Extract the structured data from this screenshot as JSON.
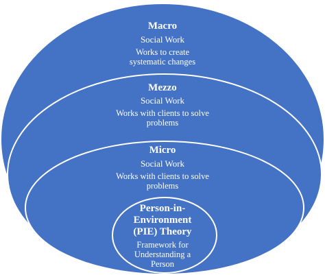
{
  "diagram": {
    "fill_color": "#4472c4",
    "stroke_color": "#ffffff",
    "text_color": "#ffffff",
    "layers": [
      {
        "title": "Macro",
        "subtitle": "Social Work",
        "description_lines": [
          "Works to create",
          "systematic changes"
        ]
      },
      {
        "title": "Mezzo",
        "subtitle": "Social Work",
        "description_lines": [
          "Works with clients to solve",
          "problems"
        ]
      },
      {
        "title": "Micro",
        "subtitle": "Social Work",
        "description_lines": [
          "Works with clients to solve",
          "problems"
        ]
      },
      {
        "title_lines": [
          "Person-in-",
          "Environment",
          "(PIE) Theory"
        ],
        "description_lines": [
          "Framework for",
          "Understanding a",
          "Person"
        ]
      }
    ]
  }
}
